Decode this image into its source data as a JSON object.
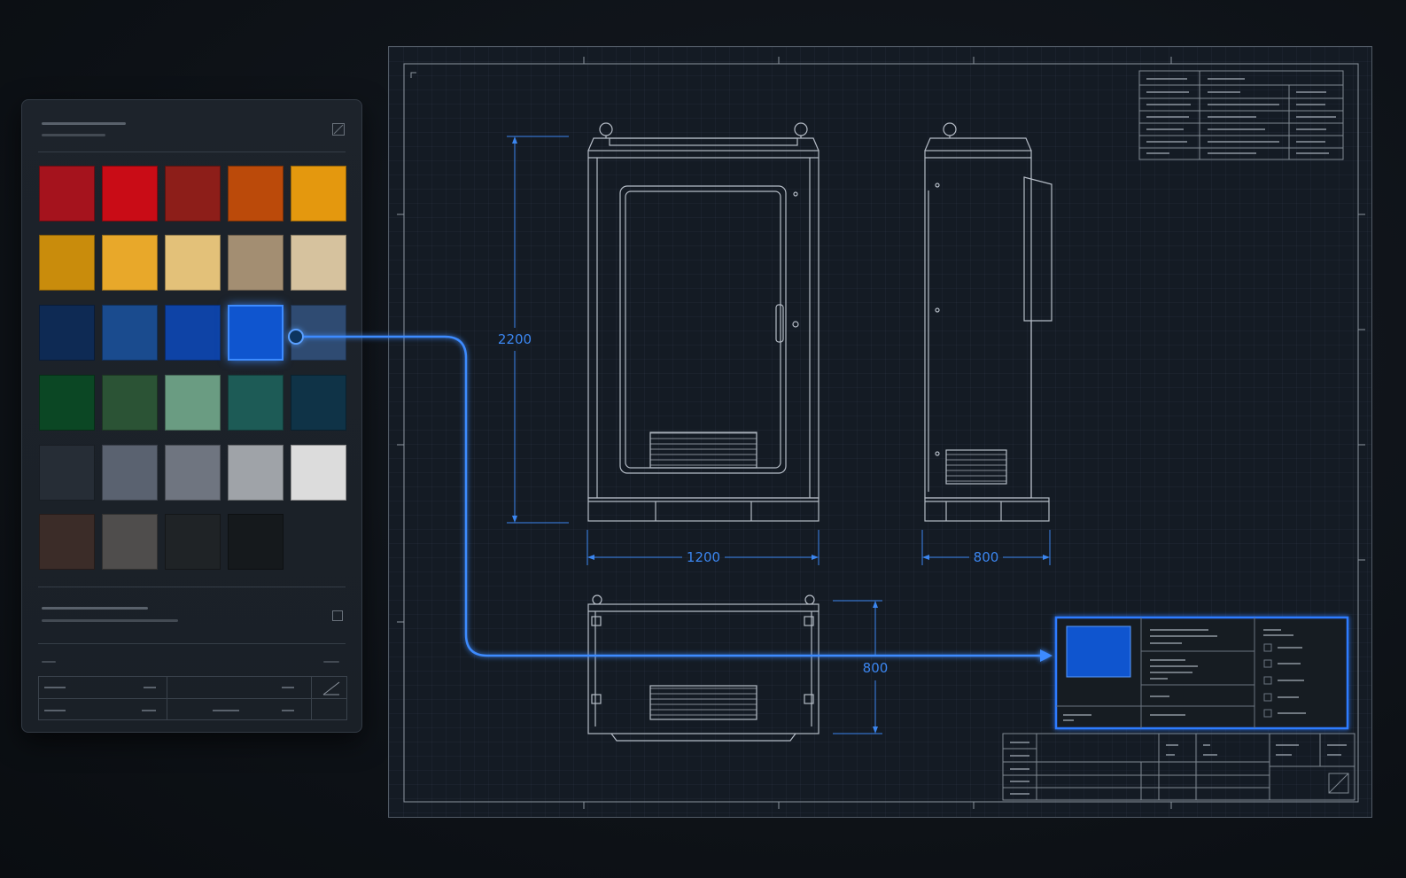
{
  "palette": {
    "swatches": [
      [
        "#a5131d",
        "#c90c16",
        "#8d1e19",
        "#bb4a0a",
        "#e4980e"
      ],
      [
        "#c98c0c",
        "#e8a82a",
        "#e3c179",
        "#a38e72",
        "#d6c29e"
      ],
      [
        "#0e2a54",
        "#1a4b8e",
        "#0e43a6",
        "#0f55cf",
        "#2f4b72"
      ],
      [
        "#0b4724",
        "#2b5335",
        "#6a9c82",
        "#1d5b56",
        "#0f3347"
      ],
      [
        "#262d36",
        "#5a6270",
        "#6f7580",
        "#9fa3a8",
        "#dcdcdc"
      ],
      [
        "#3b2c28",
        "#4f4d4c",
        "#1f2326",
        "#15191c"
      ]
    ],
    "selected_color": "#0f55cf"
  },
  "drawing": {
    "front_height": "2200",
    "front_width": "1200",
    "side_depth": "800",
    "plan_depth": "800",
    "accent_color": "#3b86f0",
    "legend_swatch_color": "#0f55cf"
  }
}
